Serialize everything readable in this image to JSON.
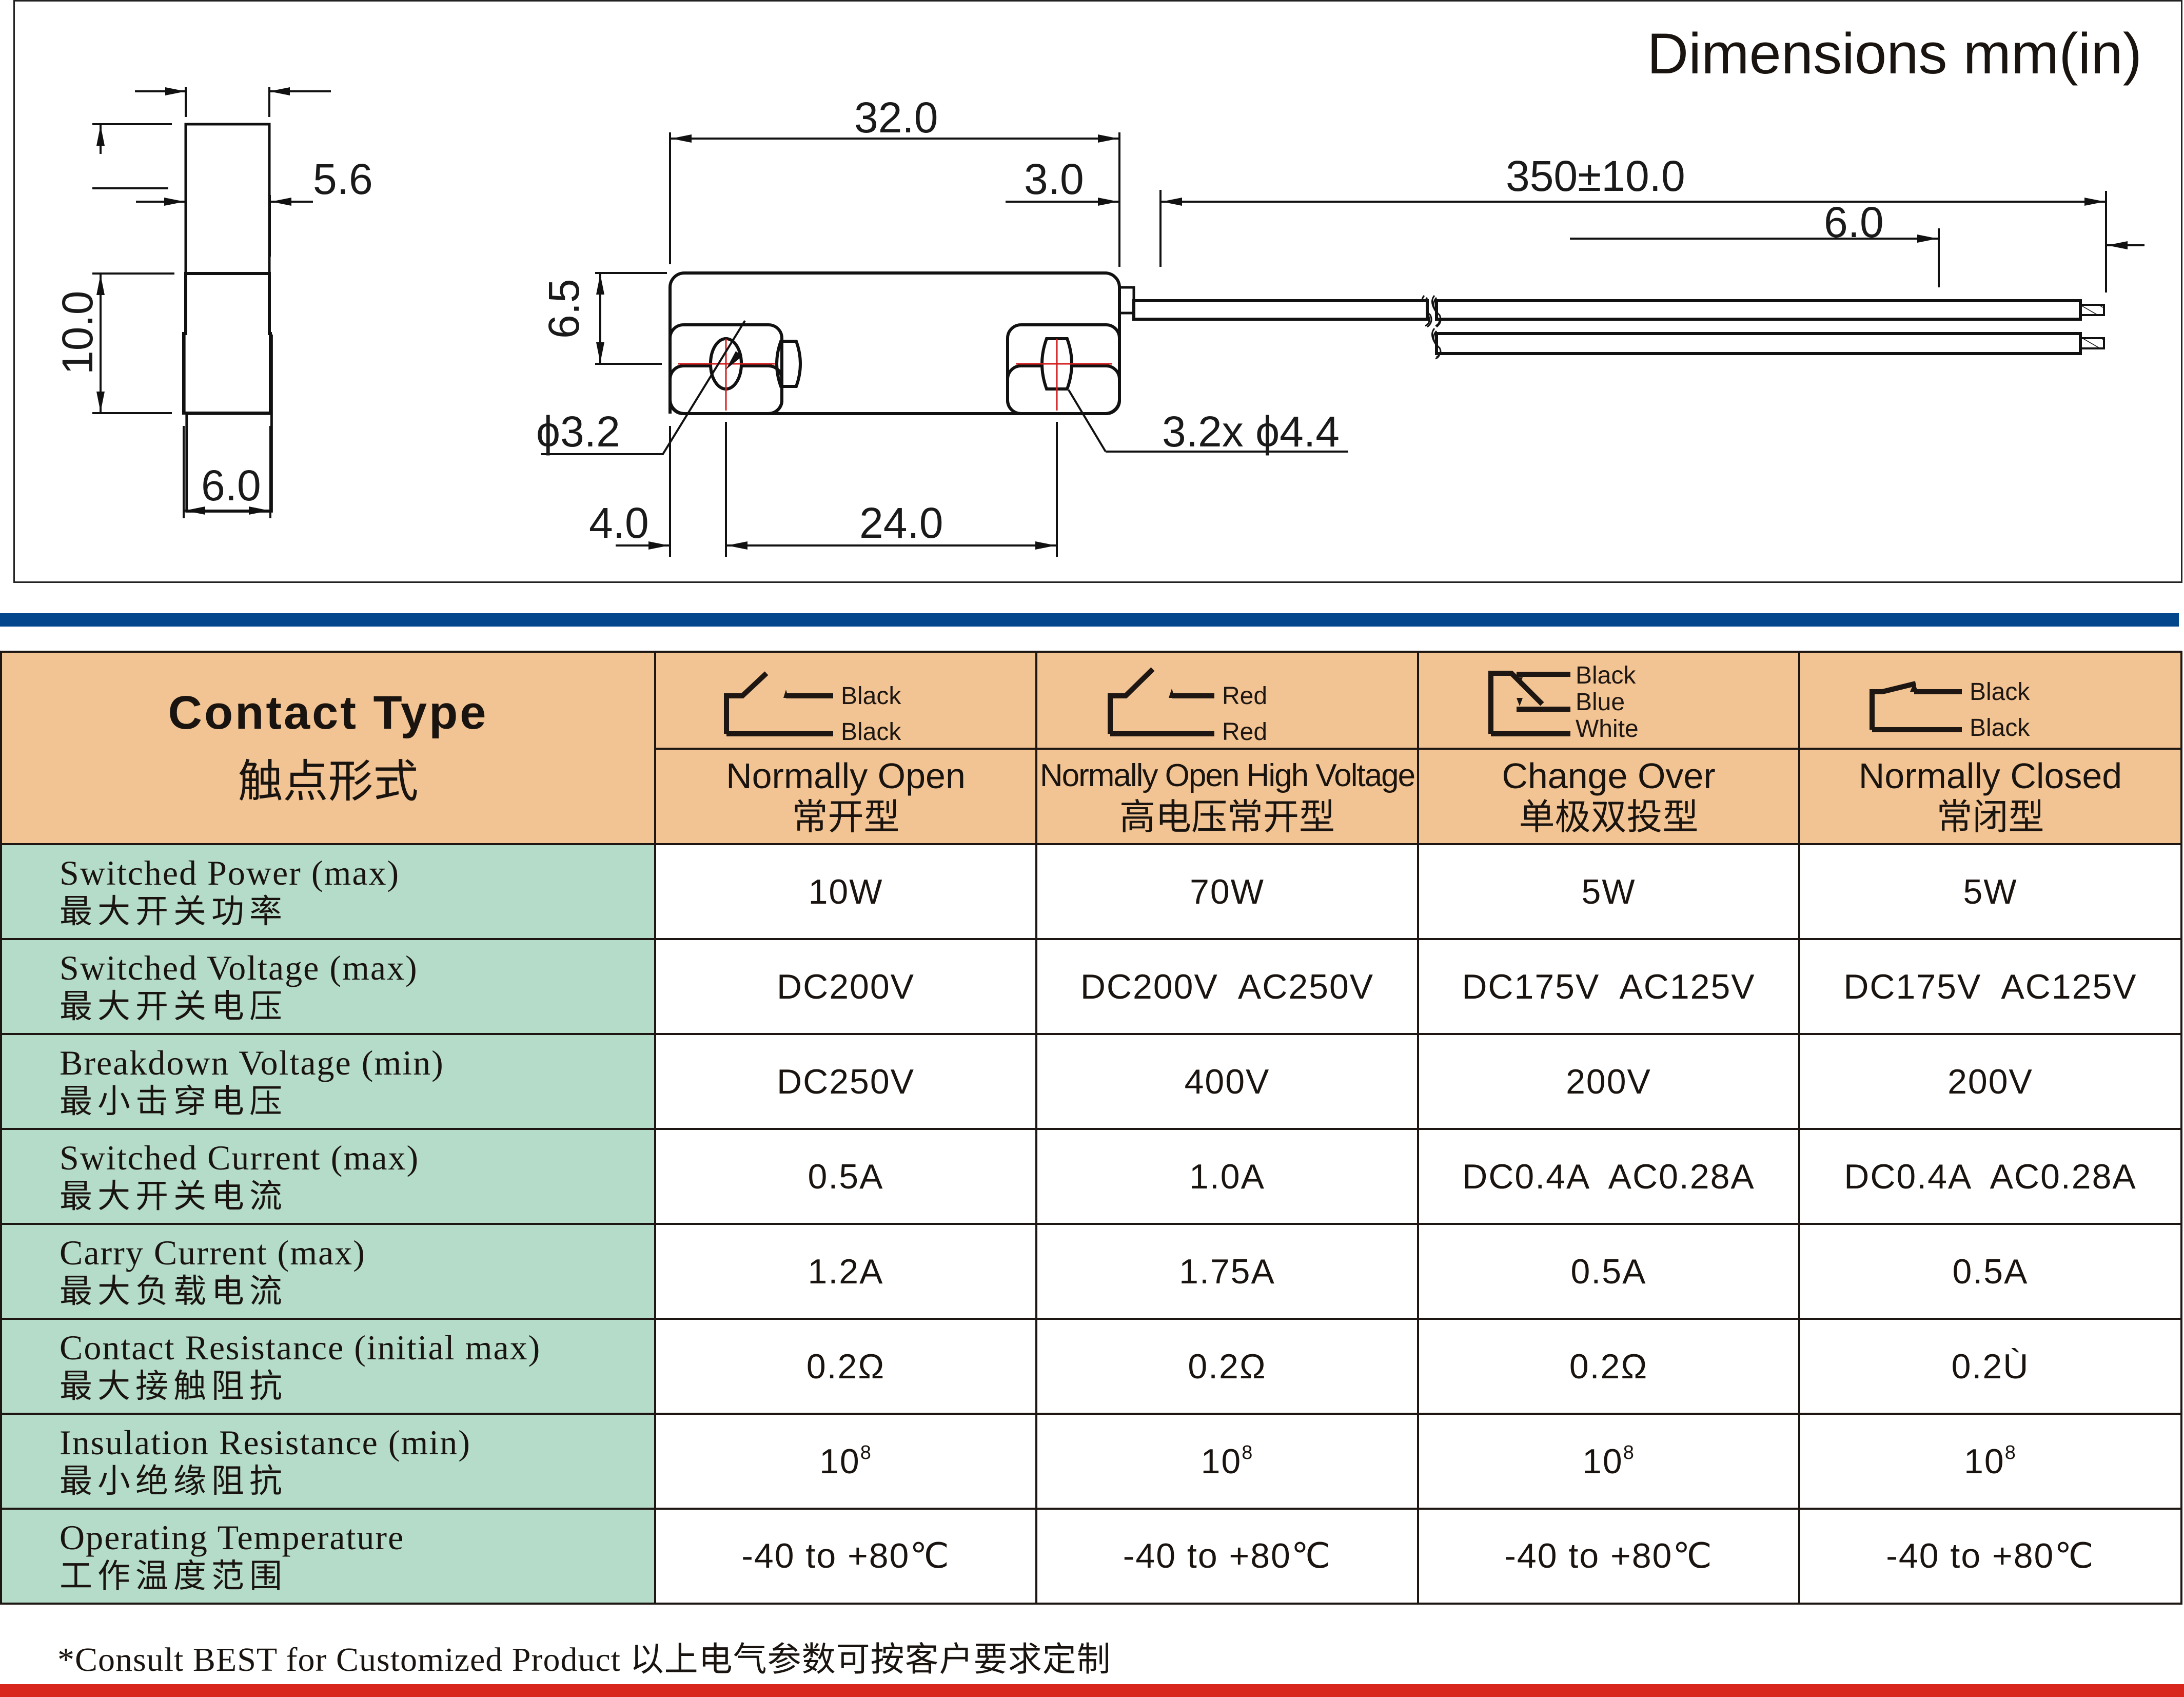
{
  "diagram": {
    "title": "Dimensions mm(in)",
    "side_view": {
      "width_top": "5.6",
      "height": "10.0",
      "width_bottom": "6.0"
    },
    "front_view": {
      "overall_length": "32.0",
      "tail_length": "3.0",
      "height": "6.5",
      "hole_diameter": "ϕ3.2",
      "slot_size": "3.2x ϕ4.4",
      "hole_offset": "4.0",
      "hole_spacing": "24.0"
    },
    "lead": {
      "length": "350±10.0",
      "strip_length": "6.0"
    },
    "colors": {
      "centerline": "#d21e1e",
      "line": "#111111"
    }
  },
  "table": {
    "header": {
      "title_en": "Contact Type",
      "title_cn": "触点形式"
    },
    "types": [
      {
        "name_en": "Normally Open",
        "name_cn": "常开型",
        "wires": [
          "Black",
          "Black"
        ],
        "symbol": "normally-open-switch-icon"
      },
      {
        "name_en": "Normally Open High Voltage",
        "name_cn": "高电压常开型",
        "wires": [
          "Red",
          "Red"
        ],
        "symbol": "normally-open-switch-icon"
      },
      {
        "name_en": "Change Over",
        "name_cn": "单极双投型",
        "wires": [
          "Black",
          "Blue",
          "White"
        ],
        "symbol": "change-over-switch-icon"
      },
      {
        "name_en": "Normally Closed",
        "name_cn": "常闭型",
        "wires": [
          "Black",
          "Black"
        ],
        "symbol": "normally-closed-switch-icon"
      }
    ],
    "rows": [
      {
        "label_en": "Switched Power (max)",
        "label_cn": "最大开关功率",
        "values": [
          "10W",
          "70W",
          "5W",
          "5W"
        ]
      },
      {
        "label_en": "Switched Voltage (max)",
        "label_cn": "最大开关电压",
        "values": [
          "DC200V",
          "DC200V  AC250V",
          "DC175V  AC125V",
          "DC175V  AC125V"
        ]
      },
      {
        "label_en": "Breakdown Voltage (min)",
        "label_cn": "最小击穿电压",
        "values": [
          "DC250V",
          "400V",
          "200V",
          "200V"
        ]
      },
      {
        "label_en": "Switched Current (max)",
        "label_cn": "最大开关电流",
        "values": [
          "0.5A",
          "1.0A",
          "DC0.4A  AC0.28A",
          "DC0.4A  AC0.28A"
        ]
      },
      {
        "label_en": "Carry Current (max)",
        "label_cn": "最大负载电流",
        "values": [
          "1.2A",
          "1.75A",
          "0.5A",
          "0.5A"
        ]
      },
      {
        "label_en": "Contact Resistance (initial max)",
        "label_cn": "最大接触阻抗",
        "values": [
          "0.2Ω",
          "0.2Ω",
          "0.2Ω",
          "0.2Ù"
        ]
      },
      {
        "label_en": "Insulation Resistance (min)",
        "label_cn": "最小绝缘阻抗",
        "values": [
          "10",
          "10",
          "10",
          "10"
        ],
        "exponent": "8"
      },
      {
        "label_en": "Operating Temperature",
        "label_cn": "工作温度范围",
        "values": [
          "-40 to +80℃",
          "-40 to +80℃",
          "-40 to +80℃",
          "-40 to +80℃"
        ]
      }
    ],
    "colors": {
      "header_bg": "#f3c493",
      "label_bg": "#b4dcc8",
      "cell_bg": "#ffffff",
      "border": "#1d1612"
    }
  },
  "footer": {
    "note": "*Consult BEST for Customized Product 以上电气参数可按客户要求定制"
  },
  "bars": {
    "top_color": "#04468c",
    "bottom_color": "#d8261c"
  }
}
